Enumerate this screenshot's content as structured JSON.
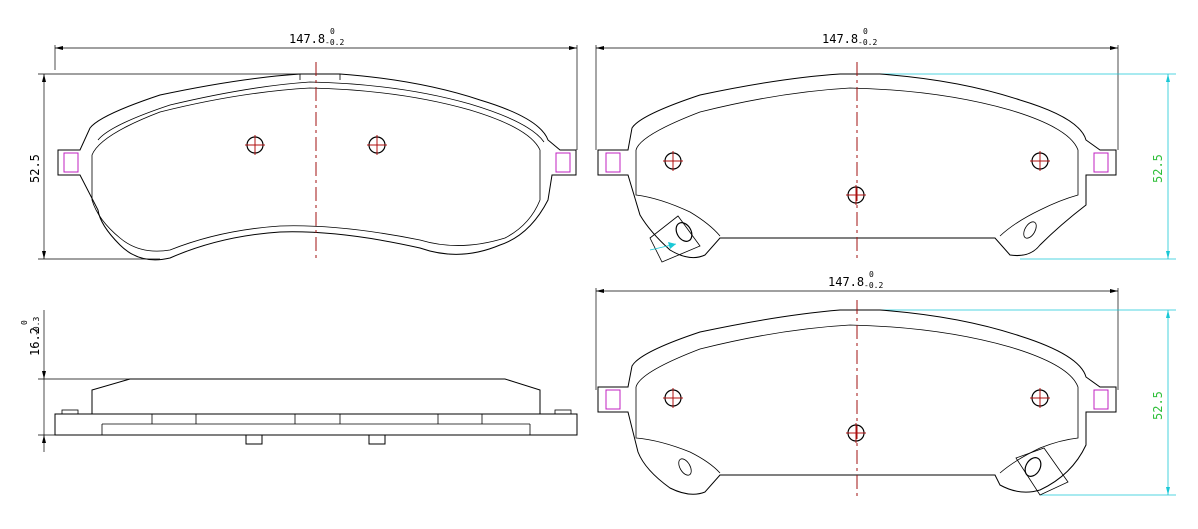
{
  "dimensions": {
    "width_main": "147.8",
    "width_tol_upper": "0",
    "width_tol_lower": "-0.2",
    "height": "52.5",
    "thickness_main": "16.2",
    "thickness_tol_upper": "0",
    "thickness_tol_lower": "-0.3"
  },
  "colors": {
    "outline": "#000000",
    "center_line": "#a01010",
    "dimension_highlight": "#19c8d6",
    "dimension_text_green": "#2fbf3a",
    "clip_marks": "#c020c0"
  }
}
